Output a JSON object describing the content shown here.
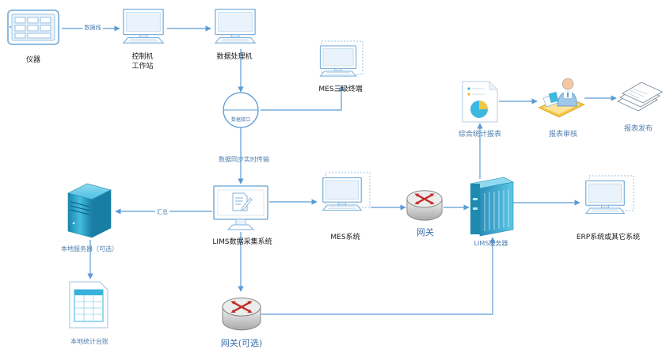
{
  "nodes": {
    "instrument": "仪器",
    "control_workstation_l1": "控制机",
    "control_workstation_l2": "工作站",
    "data_processor": "数据处理机",
    "mes_terminal": "MES三级终端",
    "data_interface": "数据接口",
    "sync_transfer": "数据同步实时传输",
    "lims_collection": "LIMS数据采集系统",
    "mes_system": "MES系统",
    "gateway": "网关",
    "lims_server": "LIMS服务器",
    "erp_system": "ERP系统或其它系统",
    "local_server": "本地服务器（可选）",
    "local_ledger": "本地统计台账",
    "gateway_optional": "网关(可选)",
    "summary_report": "综合统计报表",
    "report_review": "报表审核",
    "report_publish": "报表发布"
  },
  "edges": {
    "data_line": "数据线",
    "aggregate": "汇总"
  },
  "colors": {
    "line": "#5b9bd5",
    "device_frame": "#7fb2dc",
    "device_fill": "#eaf3fb",
    "server_teal": "#2fa6c9",
    "router_red": "#c0302c"
  }
}
